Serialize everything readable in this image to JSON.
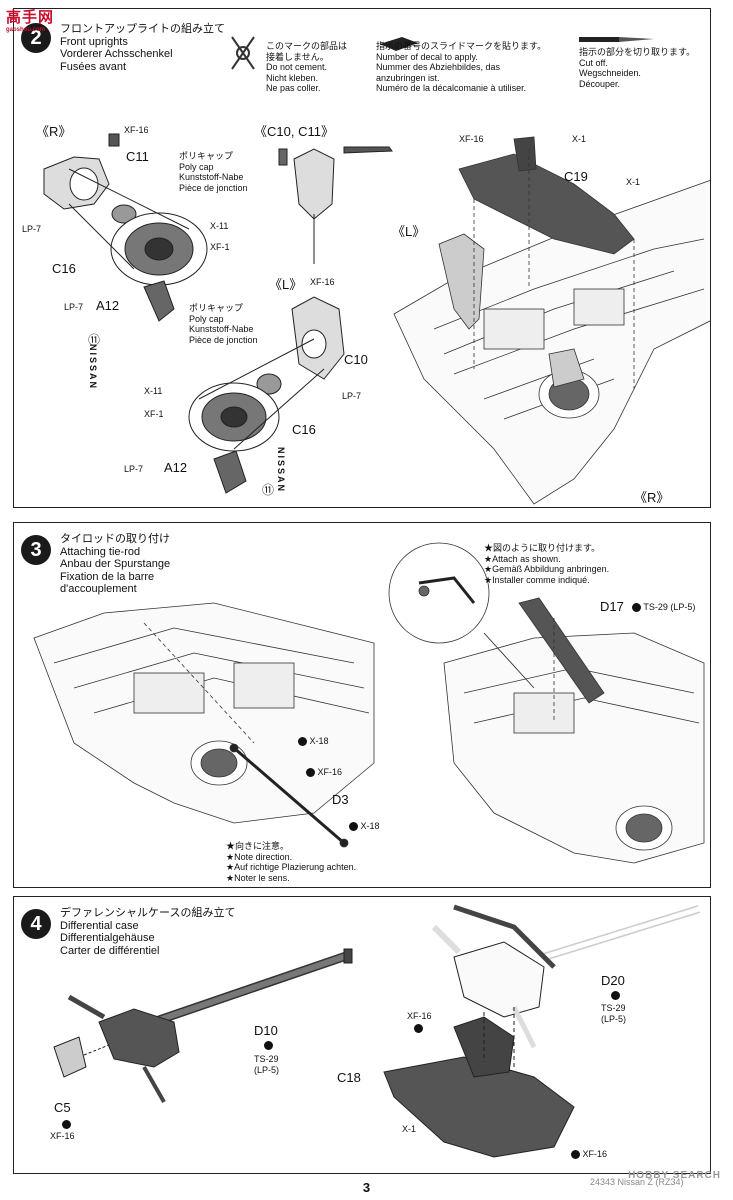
{
  "watermark_logo": {
    "main": "高手网",
    "sub": "gaoshou.com"
  },
  "step2": {
    "number": "2",
    "title": [
      "フロントアップライトの組み立て",
      "Front uprights",
      "Vorderer Achsschenkel",
      "Fusées avant"
    ],
    "nocement": [
      "このマークの部品は",
      "接着しません。",
      "Do not cement.",
      "Nicht kleben.",
      "Ne pas coller."
    ],
    "decal": [
      "指示の番号のスライドマークを貼ります。",
      "Number of decal to apply.",
      "Nummer des Abziehbildes, das",
      "anzubringen ist.",
      "Numéro de la décalcomanie à utiliser."
    ],
    "cut": [
      "指示の部分を切り取ります。",
      "Cut off.",
      "Wegschneiden.",
      "Découper."
    ],
    "polycap": [
      "ポリキャップ",
      "Poly cap",
      "Kunststoff-Nabe",
      "Pièce de jonction"
    ],
    "labels": {
      "R": "《R》",
      "L": "《L》",
      "C10C11": "《C10, C11》",
      "L2": "《L》",
      "R2": "《R》",
      "xf16": "XF-16",
      "x1": "X-1",
      "x11": "X-11",
      "xf1": "XF-1",
      "lp7": "LP-7",
      "c11": "C11",
      "c16": "C16",
      "c10": "C10",
      "c19": "C19",
      "a12": "A12",
      "lp7a12": "LP-7",
      "decal11": "⑪",
      "nissan": "NISSAN"
    }
  },
  "step3": {
    "number": "3",
    "title": [
      "タイロッドの取り付け",
      "Attaching tie-rod",
      "Anbau der Spurstange",
      "Fixation de la barre",
      "d'accouplement"
    ],
    "attach": [
      "★図のように取り付けます。",
      "★Attach as shown.",
      "★Gemäß Abbildung anbringen.",
      "★Installer comme indiqué."
    ],
    "direction": [
      "★向きに注意。",
      "★Note direction.",
      "★Auf richtige Plazierung achten.",
      "★Noter le sens."
    ],
    "labels": {
      "d17": "D17",
      "ts29": "TS-29 (LP-5)",
      "x18": "X-18",
      "xf16": "XF-16",
      "d3": "D3",
      "x18b": "X-18"
    }
  },
  "step4": {
    "number": "4",
    "title": [
      "デファレンシャルケースの組み立て",
      "Differential case",
      "Differentialgehäuse",
      "Carter de différentiel"
    ],
    "labels": {
      "d10": "D10",
      "ts29": "TS-29",
      "lp5": "(LP-5)",
      "c5": "C5",
      "xf16": "XF-16",
      "d20": "D20",
      "ts29b": "TS-29",
      "lp5b": "(LP-5)",
      "xf16b": "XF-16",
      "c18": "C18",
      "x1": "X-1",
      "xf16c": "XF-16"
    }
  },
  "page_number": "3",
  "footer_code": "24343 Nissan Z (RZ34)",
  "site_watermark": "HOBBY SEARCH"
}
